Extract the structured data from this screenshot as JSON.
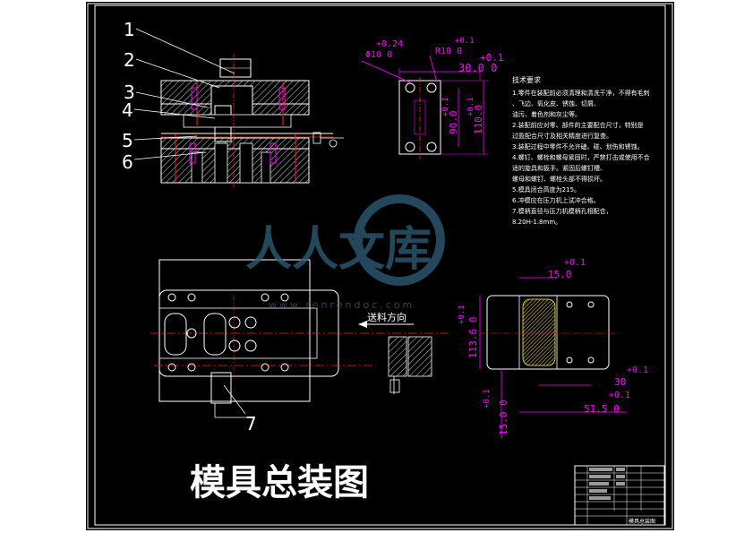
{
  "colors": {
    "background": "#ffffff",
    "paper": "#000000",
    "outline": "#ffffff",
    "dimension": "#ff00ff",
    "centerline": "#ff2020",
    "hatch": "#ffff00",
    "cyan": "#00ffff",
    "green": "#00ff00",
    "watermark": "#2f5f7a"
  },
  "callouts": {
    "n1": "1",
    "n2": "2",
    "n3": "3",
    "n4": "4",
    "n5": "5",
    "n6": "6",
    "n7": "7"
  },
  "labels": {
    "feed_direction": "送料方向",
    "drawing_title": "模具总装图"
  },
  "watermark": {
    "brand": "人人文库",
    "url": "www.renrendoc.com"
  },
  "part_dims": {
    "tol_024": "+0.24",
    "phi10": "Φ10 0",
    "tol_01a": "+0.1",
    "r10": "R10 0",
    "tol_01b": "+0.1",
    "w300": "30.0 0",
    "tol_01c": "+0.1",
    "h900": "90.0",
    "tol_01d": "+0.1",
    "h1100": "110.0"
  },
  "strip_dims": {
    "tol_01a": "+0.1",
    "w150": "15.0",
    "tol_01b": "+0.1",
    "h1136": "113.6 0",
    "tol_01c": "+0.1",
    "w30": "30",
    "tol_01d": "+0.1",
    "w515": "51.5 0",
    "tol_01e": "+0.1",
    "v150": "15.0 0"
  },
  "tech_notes": {
    "heading": "技术要求",
    "lines": [
      "1.零件在装配前必须清理和清洗干净，不得有毛刺",
      "、飞边、氧化皮、锈蚀、切屑、",
      "油污、着色剂和灰尘等。",
      "2.装配前应对零、部件的主要配合尺寸，特别是",
      "过盈配合尺寸及相关精度进行复查。",
      "3.装配过程中零件不允许磕、碰、划伤和锈蚀。",
      "4.螺钉、螺栓和螺母紧固时，严禁打击或使用不合",
      "适的旋具和扳手。紧固后螺钉槽、",
      "螺母和螺钉、螺栓头部不得损坏。",
      "5.模具闭合高度为215。",
      "6.冲模应在压力机上试冲合格。",
      "7.模柄直径与压力机模柄孔相配合，",
      "8.20H-1.8mm。"
    ]
  },
  "title_block": {
    "drawing_name": "模具总装图"
  }
}
